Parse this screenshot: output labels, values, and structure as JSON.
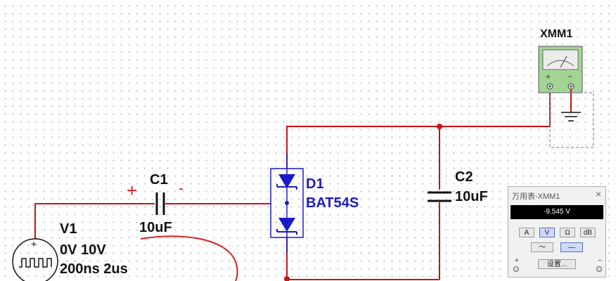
{
  "schematic": {
    "v1": {
      "name": "V1",
      "line1": "0V 10V",
      "line2": "200ns 2us"
    },
    "c1": {
      "name": "C1",
      "value": "10uF",
      "plus_mark": "+",
      "minus_mark": "-"
    },
    "c2": {
      "name": "C2",
      "value": "10uF"
    },
    "d1": {
      "name": "D1",
      "part": "BAT54S"
    },
    "xmm1": {
      "name": "XMM1",
      "plus": "+",
      "minus": "−"
    }
  },
  "multimeter_panel": {
    "title": "万用表-XMM1",
    "close": "×",
    "reading": "-9.545 V",
    "mode_buttons": [
      "A",
      "V",
      "Ω",
      "dB"
    ],
    "active_mode": "V",
    "ac_symbol": "～",
    "dc_symbol": "—",
    "settings_label": "设置...",
    "plus": "+",
    "minus": "−"
  },
  "colors": {
    "wire": "#c81414",
    "diode": "#1a1acc",
    "annotation": "#e02020",
    "meter_body": "#a3d494"
  }
}
